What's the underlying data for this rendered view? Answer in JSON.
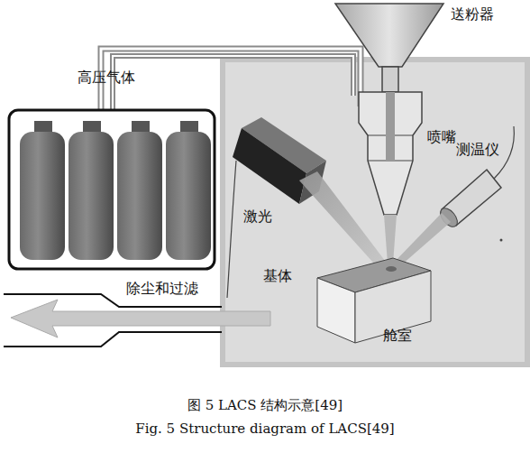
{
  "diagram": {
    "caption": "图 5 LACS 结构示意[49]",
    "nodes": [
      {
        "text": [
          "高压气体"
        ]
      },
      {
        "text": [
          "舱室"
        ]
      }
    ],
    "labels": [
      "送粉器",
      "喷嘴",
      "测温仪",
      "激光",
      "基体",
      "除尘和过滤",
      "Fig. 5 Structure diagram of LACS[49]"
    ]
  }
}
